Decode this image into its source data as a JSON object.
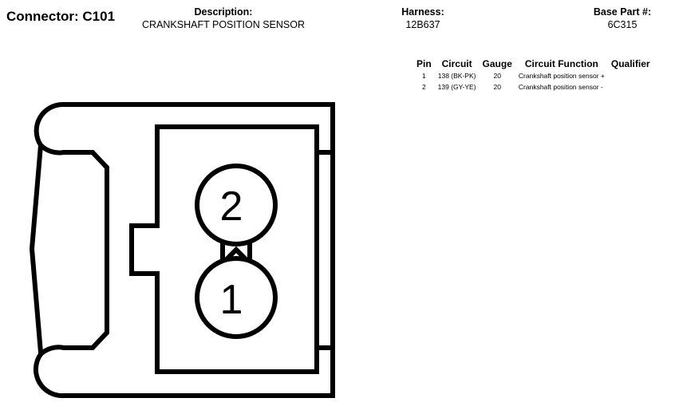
{
  "header": {
    "connector_title": "Connector: C101",
    "description_label": "Description:",
    "description_value": "CRANKSHAFT POSITION SENSOR",
    "harness_label": "Harness:",
    "harness_value": "12B637",
    "base_part_label": "Base Part #:",
    "base_part_value": "6C315"
  },
  "pin_table": {
    "headers": [
      "Pin",
      "Circuit",
      "Gauge",
      "Circuit Function",
      "Qualifier"
    ],
    "rows": [
      {
        "pin": "1",
        "circuit": "138 (BK-PK)",
        "gauge": "20",
        "function": "Crankshaft position sensor +",
        "qualifier": ""
      },
      {
        "pin": "2",
        "circuit": "139 (GY-YE)",
        "gauge": "20",
        "function": "Crankshaft position sensor -",
        "qualifier": ""
      }
    ]
  },
  "connector_face": {
    "pin_labels": [
      "2",
      "1"
    ]
  }
}
